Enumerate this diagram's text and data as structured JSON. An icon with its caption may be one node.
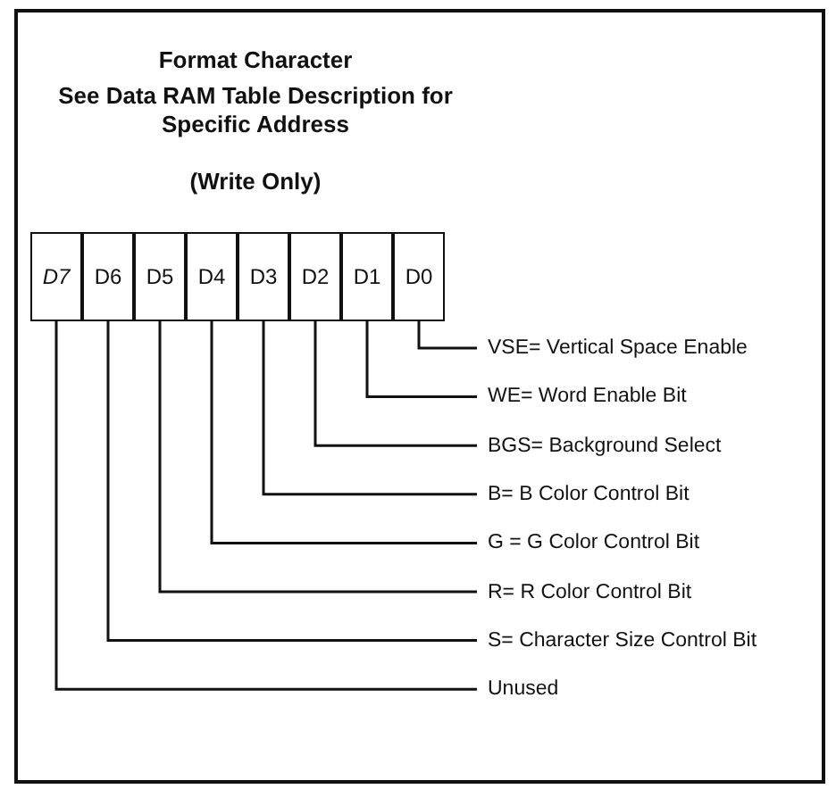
{
  "diagram": {
    "title": "Format Character",
    "labels": [
      "See Data RAM Table Description for Specific Address",
      "(Write Only)"
    ],
    "nodes": [
      {
        "text": [
          "D7"
        ]
      },
      {
        "text": [
          "D6"
        ]
      },
      {
        "text": [
          "D5"
        ]
      },
      {
        "text": [
          "D4"
        ]
      },
      {
        "text": [
          "D3"
        ]
      },
      {
        "text": [
          "D2"
        ]
      },
      {
        "text": [
          "D1"
        ]
      },
      {
        "text": [
          "D0"
        ]
      },
      {
        "text": [
          "VSE= Vertical Space Enable"
        ]
      },
      {
        "text": [
          "WE= Word Enable Bit"
        ]
      },
      {
        "text": [
          "BGS= Background Select"
        ]
      },
      {
        "text": [
          "B= B Color Control Bit"
        ]
      },
      {
        "text": [
          "G = G Color Control Bit"
        ]
      },
      {
        "text": [
          "R= R Color Control Bit"
        ]
      },
      {
        "text": [
          "S= Character Size Control Bit"
        ]
      },
      {
        "text": [
          "Unused"
        ]
      }
    ],
    "edges": [
      {
        "from": 7,
        "to": 8,
        "arrow": "none"
      },
      {
        "from": 6,
        "to": 9,
        "arrow": "none"
      },
      {
        "from": 5,
        "to": 10,
        "arrow": "none"
      },
      {
        "from": 4,
        "to": 11,
        "arrow": "none"
      },
      {
        "from": 3,
        "to": 12,
        "arrow": "none"
      },
      {
        "from": 2,
        "to": 13,
        "arrow": "none"
      },
      {
        "from": 1,
        "to": 14,
        "arrow": "none"
      },
      {
        "from": 0,
        "to": 15,
        "arrow": "none"
      }
    ]
  }
}
